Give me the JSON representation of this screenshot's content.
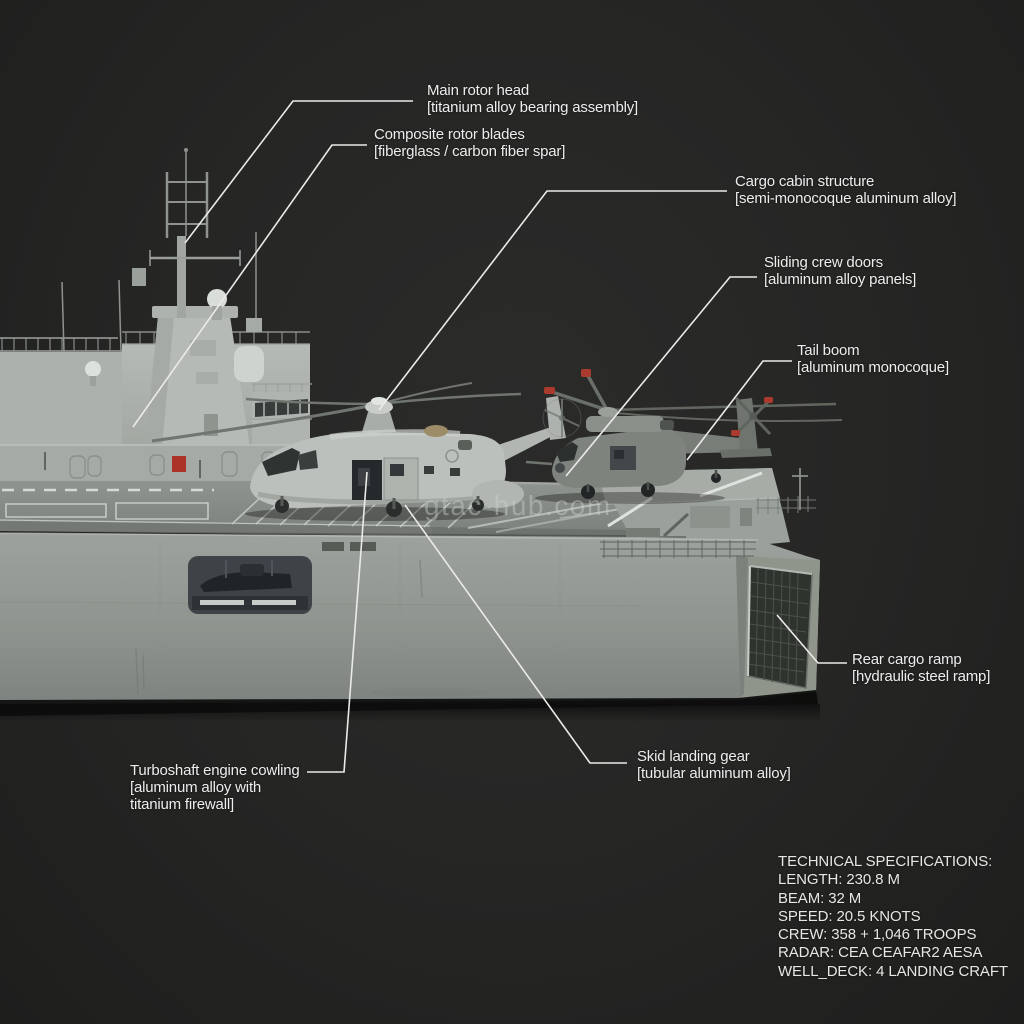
{
  "watermark": "gtac-hub.com",
  "callouts": [
    {
      "title": "Main rotor head",
      "sub": "[titanium alloy bearing assembly]"
    },
    {
      "title": "Composite rotor blades",
      "sub": "[fiberglass / carbon fiber spar]"
    },
    {
      "title": "Cargo cabin structure",
      "sub": "[semi-monocoque aluminum alloy]"
    },
    {
      "title": "Sliding crew doors",
      "sub": "[aluminum alloy panels]"
    },
    {
      "title": "Tail boom",
      "sub": "[aluminum monocoque]"
    },
    {
      "title": "Rear cargo ramp",
      "sub": "[hydraulic steel ramp]"
    },
    {
      "title": "Turboshaft engine cowling",
      "sub": "[aluminum alloy with",
      "sub2": "titanium firewall]"
    },
    {
      "title": "Skid landing gear",
      "sub": "[tubular aluminum alloy]"
    }
  ],
  "specs": {
    "lines": [
      "TECHNICAL SPECIFICATIONS:",
      "LENGTH: 230.8 M",
      "BEAM: 32 M",
      "SPEED: 20.5 KNOTS",
      "CREW: 358 + 1,046 TROOPS",
      "RADAR: CEA CEAFAR2 AESA",
      "WELL_DECK: 4 LANDING CRAFT"
    ]
  },
  "colors": {
    "background": "#262625",
    "leader_line": "#eaebe9",
    "label_text": "#ecedec",
    "ship_light": "#b4b8b4",
    "ship_hull": "#9aa09c",
    "deck": "#878c89",
    "heli_front": "#bcc0bc",
    "heli_rear": "#7d827d",
    "blade_tip_red": "#ab3a2e",
    "ramp_dark": "#2f332e"
  }
}
